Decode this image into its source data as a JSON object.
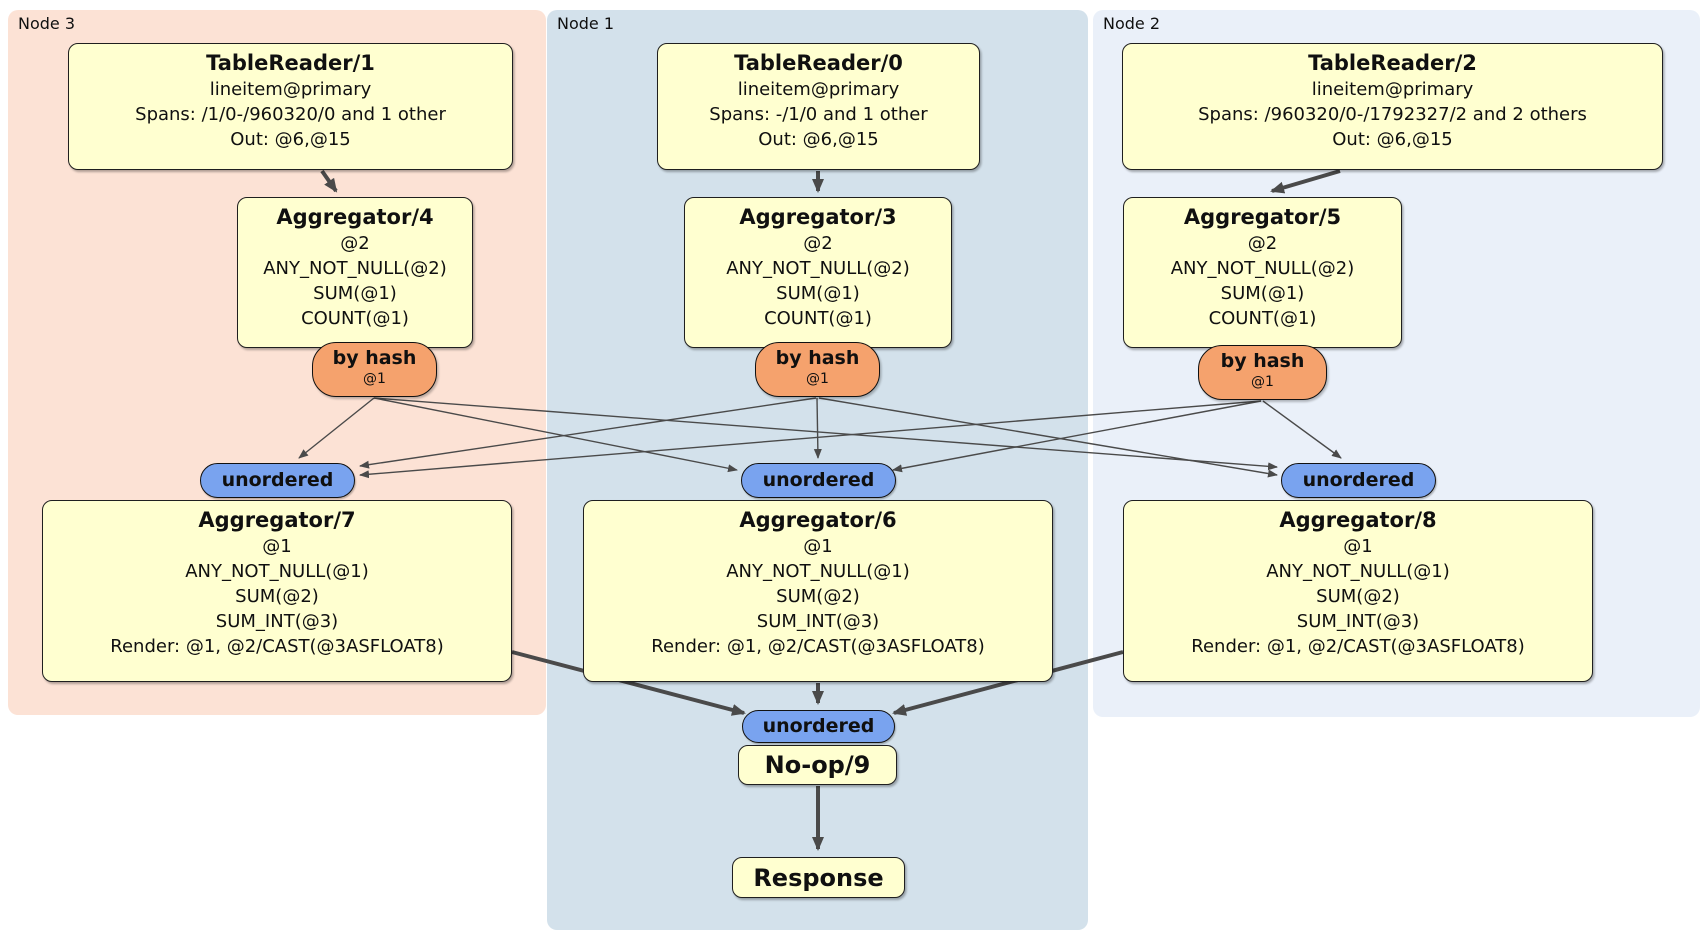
{
  "regions": [
    {
      "id": "node3",
      "label": "Node 3"
    },
    {
      "id": "node1",
      "label": "Node 1"
    },
    {
      "id": "node2",
      "label": "Node 2"
    }
  ],
  "colors": {
    "node3_bg": "#fce2d5",
    "node1_bg": "#d3e1eb",
    "node2_bg": "#eaf0f9",
    "box_bg": "#ffffd0",
    "box_border": "#1f1f1f",
    "router_bg": "#f5a26d",
    "sync_bg": "#79a3ef",
    "edge": "#4a4a4a"
  },
  "processors": {
    "tablereader1": {
      "title": "TableReader/1",
      "lines": [
        "lineitem@primary",
        "Spans: /1/0-/960320/0 and 1 other",
        "Out: @6,@15"
      ]
    },
    "tablereader0": {
      "title": "TableReader/0",
      "lines": [
        "lineitem@primary",
        "Spans: -/1/0 and 1 other",
        "Out: @6,@15"
      ]
    },
    "tablereader2": {
      "title": "TableReader/2",
      "lines": [
        "lineitem@primary",
        "Spans: /960320/0-/1792327/2 and 2 others",
        "Out: @6,@15"
      ]
    },
    "aggregator4": {
      "title": "Aggregator/4",
      "lines": [
        "@2",
        "ANY_NOT_NULL(@2)",
        "SUM(@1)",
        "COUNT(@1)"
      ]
    },
    "aggregator3": {
      "title": "Aggregator/3",
      "lines": [
        "@2",
        "ANY_NOT_NULL(@2)",
        "SUM(@1)",
        "COUNT(@1)"
      ]
    },
    "aggregator5": {
      "title": "Aggregator/5",
      "lines": [
        "@2",
        "ANY_NOT_NULL(@2)",
        "SUM(@1)",
        "COUNT(@1)"
      ]
    },
    "aggregator7": {
      "title": "Aggregator/7",
      "lines": [
        "@1",
        "ANY_NOT_NULL(@1)",
        "SUM(@2)",
        "SUM_INT(@3)",
        "Render: @1, @2/CAST(@3ASFLOAT8)"
      ]
    },
    "aggregator6": {
      "title": "Aggregator/6",
      "lines": [
        "@1",
        "ANY_NOT_NULL(@1)",
        "SUM(@2)",
        "SUM_INT(@3)",
        "Render: @1, @2/CAST(@3ASFLOAT8)"
      ]
    },
    "aggregator8": {
      "title": "Aggregator/8",
      "lines": [
        "@1",
        "ANY_NOT_NULL(@1)",
        "SUM(@2)",
        "SUM_INT(@3)",
        "Render: @1, @2/CAST(@3ASFLOAT8)"
      ]
    },
    "noop9": {
      "title": "No-op/9"
    },
    "response": {
      "title": "Response"
    }
  },
  "router": {
    "label": "by hash",
    "detail": "@1"
  },
  "sync": {
    "label": "unordered"
  }
}
